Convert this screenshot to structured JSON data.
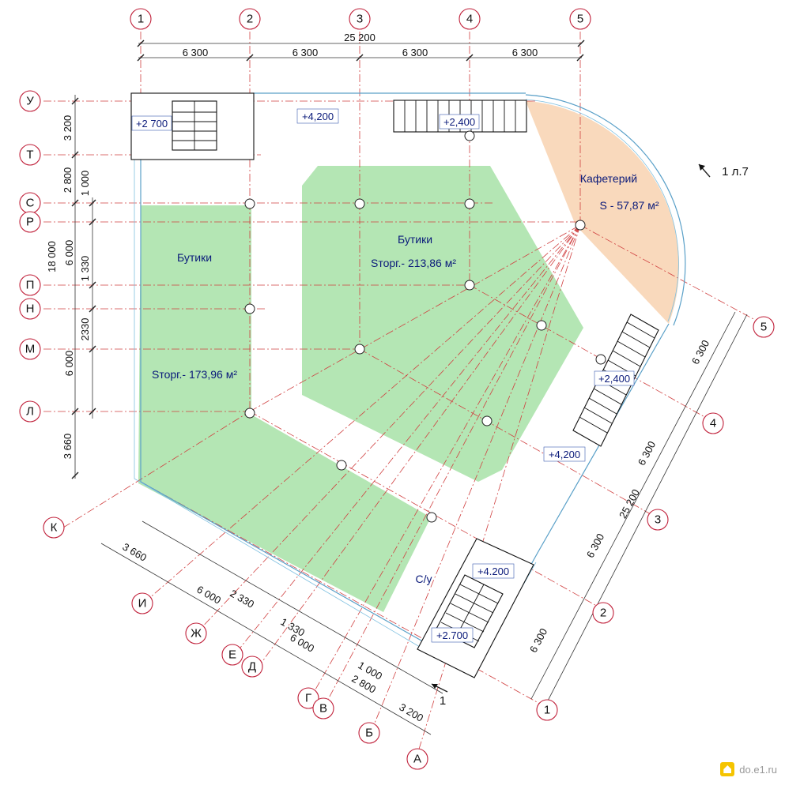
{
  "axes_top": [
    "1",
    "2",
    "3",
    "4",
    "5"
  ],
  "axes_left": [
    "У",
    "Т",
    "С",
    "Р",
    "П",
    "Н",
    "М",
    "Л",
    "К"
  ],
  "axes_diag_numbers": [
    "5",
    "4",
    "3",
    "2",
    "1"
  ],
  "axes_diag_letters": [
    "И",
    "Ж",
    "Е",
    "Д",
    "Г",
    "В",
    "Б",
    "А"
  ],
  "dims_top": {
    "total": "25 200",
    "spans": [
      "6 300",
      "6 300",
      "6 300",
      "6 300"
    ]
  },
  "dims_left": {
    "outer": [
      "3 200",
      "2 800",
      "18 000",
      "3 660"
    ],
    "inner": [
      "1 000",
      "6 000",
      "1 330",
      "2330",
      "6 000"
    ]
  },
  "dims_right": {
    "total": "25 200",
    "spans": [
      "6 300",
      "6 300",
      "6 300",
      "6 300"
    ]
  },
  "dims_bottom": {
    "outer": [
      "3 660",
      "6 000",
      "2 330",
      "1 330",
      "6 000",
      "1 000",
      "2 800",
      "3 200"
    ]
  },
  "levels": [
    "+2 700",
    "+4,200",
    "+2,400",
    "+2,400",
    "+4,200",
    "+4.200",
    "+2.700"
  ],
  "rooms": {
    "boutique_left_name": "Бутики",
    "boutique_left_area": "Sторг.- 173,96 м²",
    "boutique_center_name": "Бутики",
    "boutique_center_area": "Sторг.- 213,86 м²",
    "cafe_name": "Кафетерий",
    "cafe_area": "S - 57,87 м²",
    "wc": "С/у"
  },
  "section_marks": {
    "upper": "1 л.7",
    "lower": "1"
  },
  "colors": {
    "boutique_fill": "#b4e6b4",
    "cafe_fill": "#f9d9bc",
    "grid": "#d04040",
    "text": "#0a1a7a"
  },
  "watermark": "do.e1.ru"
}
